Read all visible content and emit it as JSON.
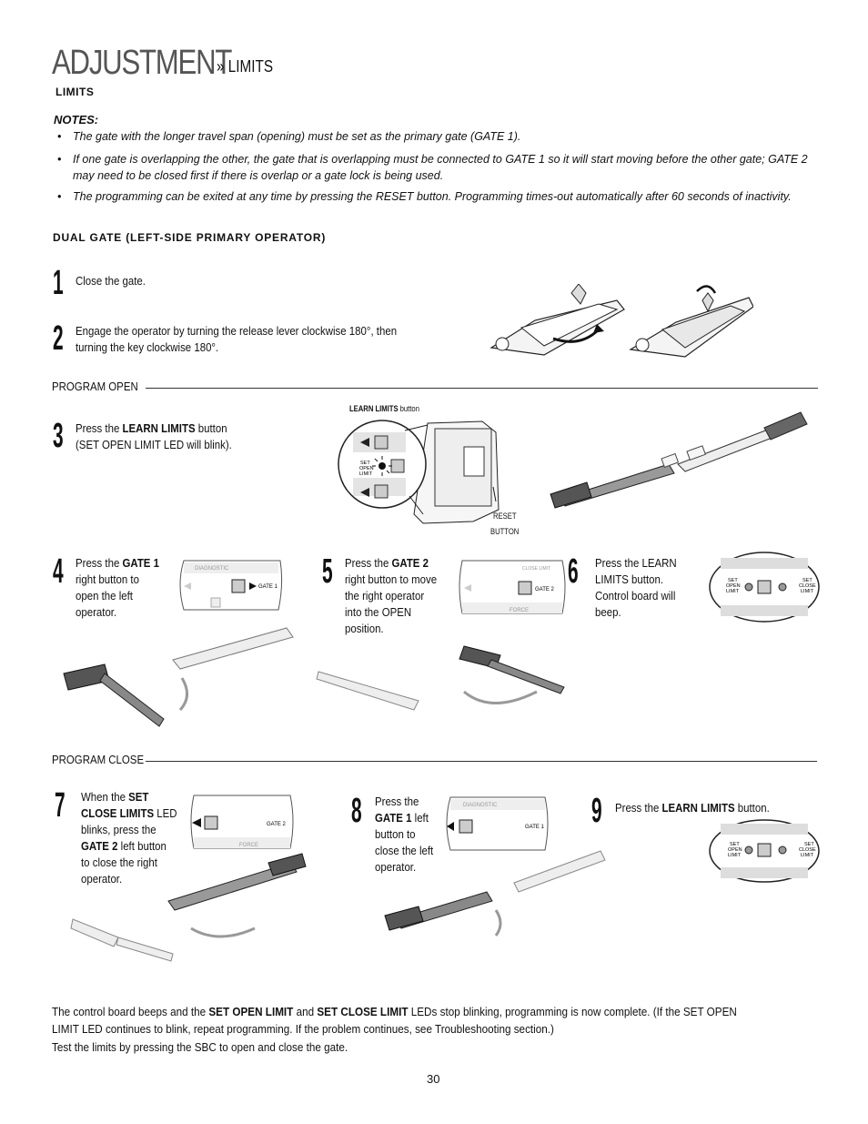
{
  "title": {
    "main": "ADJUSTMENT",
    "sub": "» LIMITS"
  },
  "section": "LIMITS",
  "notes": {
    "heading": "NOTES:",
    "items": [
      "The gate with the longer travel span (opening) must be set as the primary gate (GATE 1).",
      "If one gate is overlapping the other, the gate that is overlapping must be connected to GATE 1 so it will start moving before the other gate; GATE 2 may need to be closed first if there is overlap or a gate lock is being used.",
      "The programming can be exited at any time by pressing the RESET button. Programming times-out automatically after 60 seconds of inactivity."
    ]
  },
  "dual_heading": "DUAL GATE (LEFT-SIDE PRIMARY OPERATOR)",
  "steps": [
    {
      "num": "1",
      "text": "Close the gate."
    },
    {
      "num": "2",
      "text": "Engage the operator by turning the release lever clockwise 180°, then turning the key clockwise 180°."
    },
    {
      "num": "3",
      "pre": "Press the ",
      "bold": "LEARN LIMITS",
      "post": " button (SET OPEN LIMIT LED will blink)."
    },
    {
      "num": "4",
      "pre": "Press the ",
      "bold": "GATE 1",
      "post": " right button to open the left operator."
    },
    {
      "num": "5",
      "pre": "Press the ",
      "bold": "GATE 2",
      "post": " right button to move the right operator into the OPEN position."
    },
    {
      "num": "6",
      "text": "Press the LEARN LIMITS button. Control board will beep."
    },
    {
      "num": "7",
      "pre": "When the ",
      "bold": "SET CLOSE LIMITS",
      "mid": " LED blinks, press the ",
      "bold2": "GATE 2",
      "post": " left button to close the right operator."
    },
    {
      "num": "8",
      "pre": "Press the ",
      "bold": "GATE 1",
      "post": " left button to close the left operator."
    },
    {
      "num": "9",
      "pre": "Press the ",
      "bold": "LEARN LIMITS",
      "post": " button."
    }
  ],
  "program_open": "PROGRAM OPEN",
  "program_close": "PROGRAM CLOSE",
  "labels": {
    "learn_limits_bold": "LEARN LIMITS",
    "learn_limits_rest": " button",
    "reset": "RESET",
    "button": "BUTTON",
    "set_open_limit": [
      "SET",
      "OPEN",
      "LIMIT"
    ],
    "set_close_limit": [
      "SET",
      "CLOSE",
      "LIMIT"
    ],
    "gate1": "GATE 1",
    "gate2": "GATE 2",
    "diagnostic": "DIAGNOSTIC",
    "force": "FORCE",
    "close_limit": "CLOSE LIMIT"
  },
  "footer": {
    "p1_a": "The control board beeps and the ",
    "p1_b": "SET OPEN LIMIT",
    "p1_c": " and ",
    "p1_d": "SET CLOSE LIMIT",
    "p1_e": " LEDs stop blinking, programming is now complete. (If the SET OPEN LIMIT LED continues to blink, repeat programming. If the problem continues, see Troubleshooting section.)",
    "p2": "Test the limits by pressing the SBC to open and close the gate."
  },
  "page_number": "30"
}
